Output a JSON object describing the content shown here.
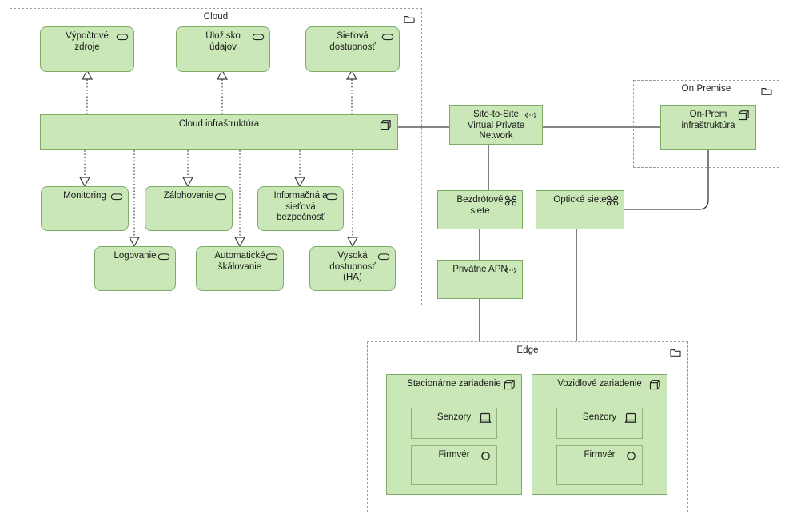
{
  "diagram": {
    "title": "Cloud / On Premise / Edge architecture",
    "colors": {
      "element_fill": "#c9e7b7",
      "element_border": "#7faa68",
      "group_border": "#9b9b9b",
      "line": "#3a3a3a",
      "text": "#1a1a1a",
      "background": "#ffffff"
    }
  },
  "groups": [
    {
      "id": "cloud",
      "label": "Cloud",
      "icon": "folder-icon"
    },
    {
      "id": "on_premise",
      "label": "On Premise",
      "icon": "folder-icon"
    },
    {
      "id": "edge",
      "label": "Edge",
      "icon": "folder-icon"
    }
  ],
  "elements": {
    "compute": {
      "label": "Výpočtové\nzdroje",
      "icon": "service-icon"
    },
    "storage": {
      "label": "Úložisko\núdajov",
      "icon": "service-icon"
    },
    "network_avail": {
      "label": "Sieťová\ndostupnosť",
      "icon": "service-icon"
    },
    "cloud_infra": {
      "label": "Cloud infraštruktúra",
      "icon": "node-icon"
    },
    "monitoring": {
      "label": "Monitoring",
      "icon": "service-icon"
    },
    "backup": {
      "label": "Zálohovanie",
      "icon": "service-icon"
    },
    "infosec": {
      "label": "Informačná a\nsieťová\nbezpečnosť",
      "icon": "service-icon"
    },
    "logging": {
      "label": "Logovanie",
      "icon": "service-icon"
    },
    "autoscaling": {
      "label": "Automatické\nškálovanie",
      "icon": "service-icon"
    },
    "high_avail": {
      "label": "Vysoká\ndostupnosť\n(HA)",
      "icon": "service-icon"
    },
    "s2s_vpn": {
      "label": "Site-to-Site\nVirtual Private\nNetwork",
      "icon": "path-icon"
    },
    "onprem_infra": {
      "label": "On-Prem\ninfraštruktúra",
      "icon": "node-icon"
    },
    "wireless": {
      "label": "Bezdrótové\nsiete",
      "icon": "network-icon"
    },
    "optical": {
      "label": "Optické siete",
      "icon": "network-icon"
    },
    "private_apn": {
      "label": "Privátne APN",
      "icon": "path-icon"
    },
    "stationary_dev": {
      "label": "Stacionárne zariadenie",
      "icon": "node-icon"
    },
    "vehicle_dev": {
      "label": "Vozidlové zariadenie",
      "icon": "node-icon"
    },
    "sensors_1": {
      "label": "Senzory",
      "icon": "device-icon"
    },
    "firmware_1": {
      "label": "Firmvér",
      "icon": "system-software-icon"
    },
    "sensors_2": {
      "label": "Senzory",
      "icon": "device-icon"
    },
    "firmware_2": {
      "label": "Firmvér",
      "icon": "system-software-icon"
    }
  },
  "relations": [
    {
      "from": "cloud_infra",
      "to": "compute",
      "type": "realization"
    },
    {
      "from": "cloud_infra",
      "to": "storage",
      "type": "realization"
    },
    {
      "from": "cloud_infra",
      "to": "network_avail",
      "type": "realization"
    },
    {
      "from": "cloud_infra",
      "to": "monitoring",
      "type": "realization"
    },
    {
      "from": "cloud_infra",
      "to": "backup",
      "type": "realization"
    },
    {
      "from": "cloud_infra",
      "to": "infosec",
      "type": "realization"
    },
    {
      "from": "cloud_infra",
      "to": "logging",
      "type": "realization"
    },
    {
      "from": "cloud_infra",
      "to": "autoscaling",
      "type": "realization"
    },
    {
      "from": "cloud_infra",
      "to": "high_avail",
      "type": "realization"
    },
    {
      "from": "cloud_infra",
      "to": "s2s_vpn",
      "type": "association"
    },
    {
      "from": "s2s_vpn",
      "to": "onprem_infra",
      "type": "association"
    },
    {
      "from": "s2s_vpn",
      "to": "wireless",
      "type": "association"
    },
    {
      "from": "onprem_infra",
      "to": "optical",
      "type": "association"
    },
    {
      "from": "wireless",
      "to": "private_apn",
      "type": "association"
    },
    {
      "from": "private_apn",
      "to": "stationary_dev",
      "type": "association"
    },
    {
      "from": "optical",
      "to": "vehicle_dev",
      "type": "association"
    }
  ]
}
